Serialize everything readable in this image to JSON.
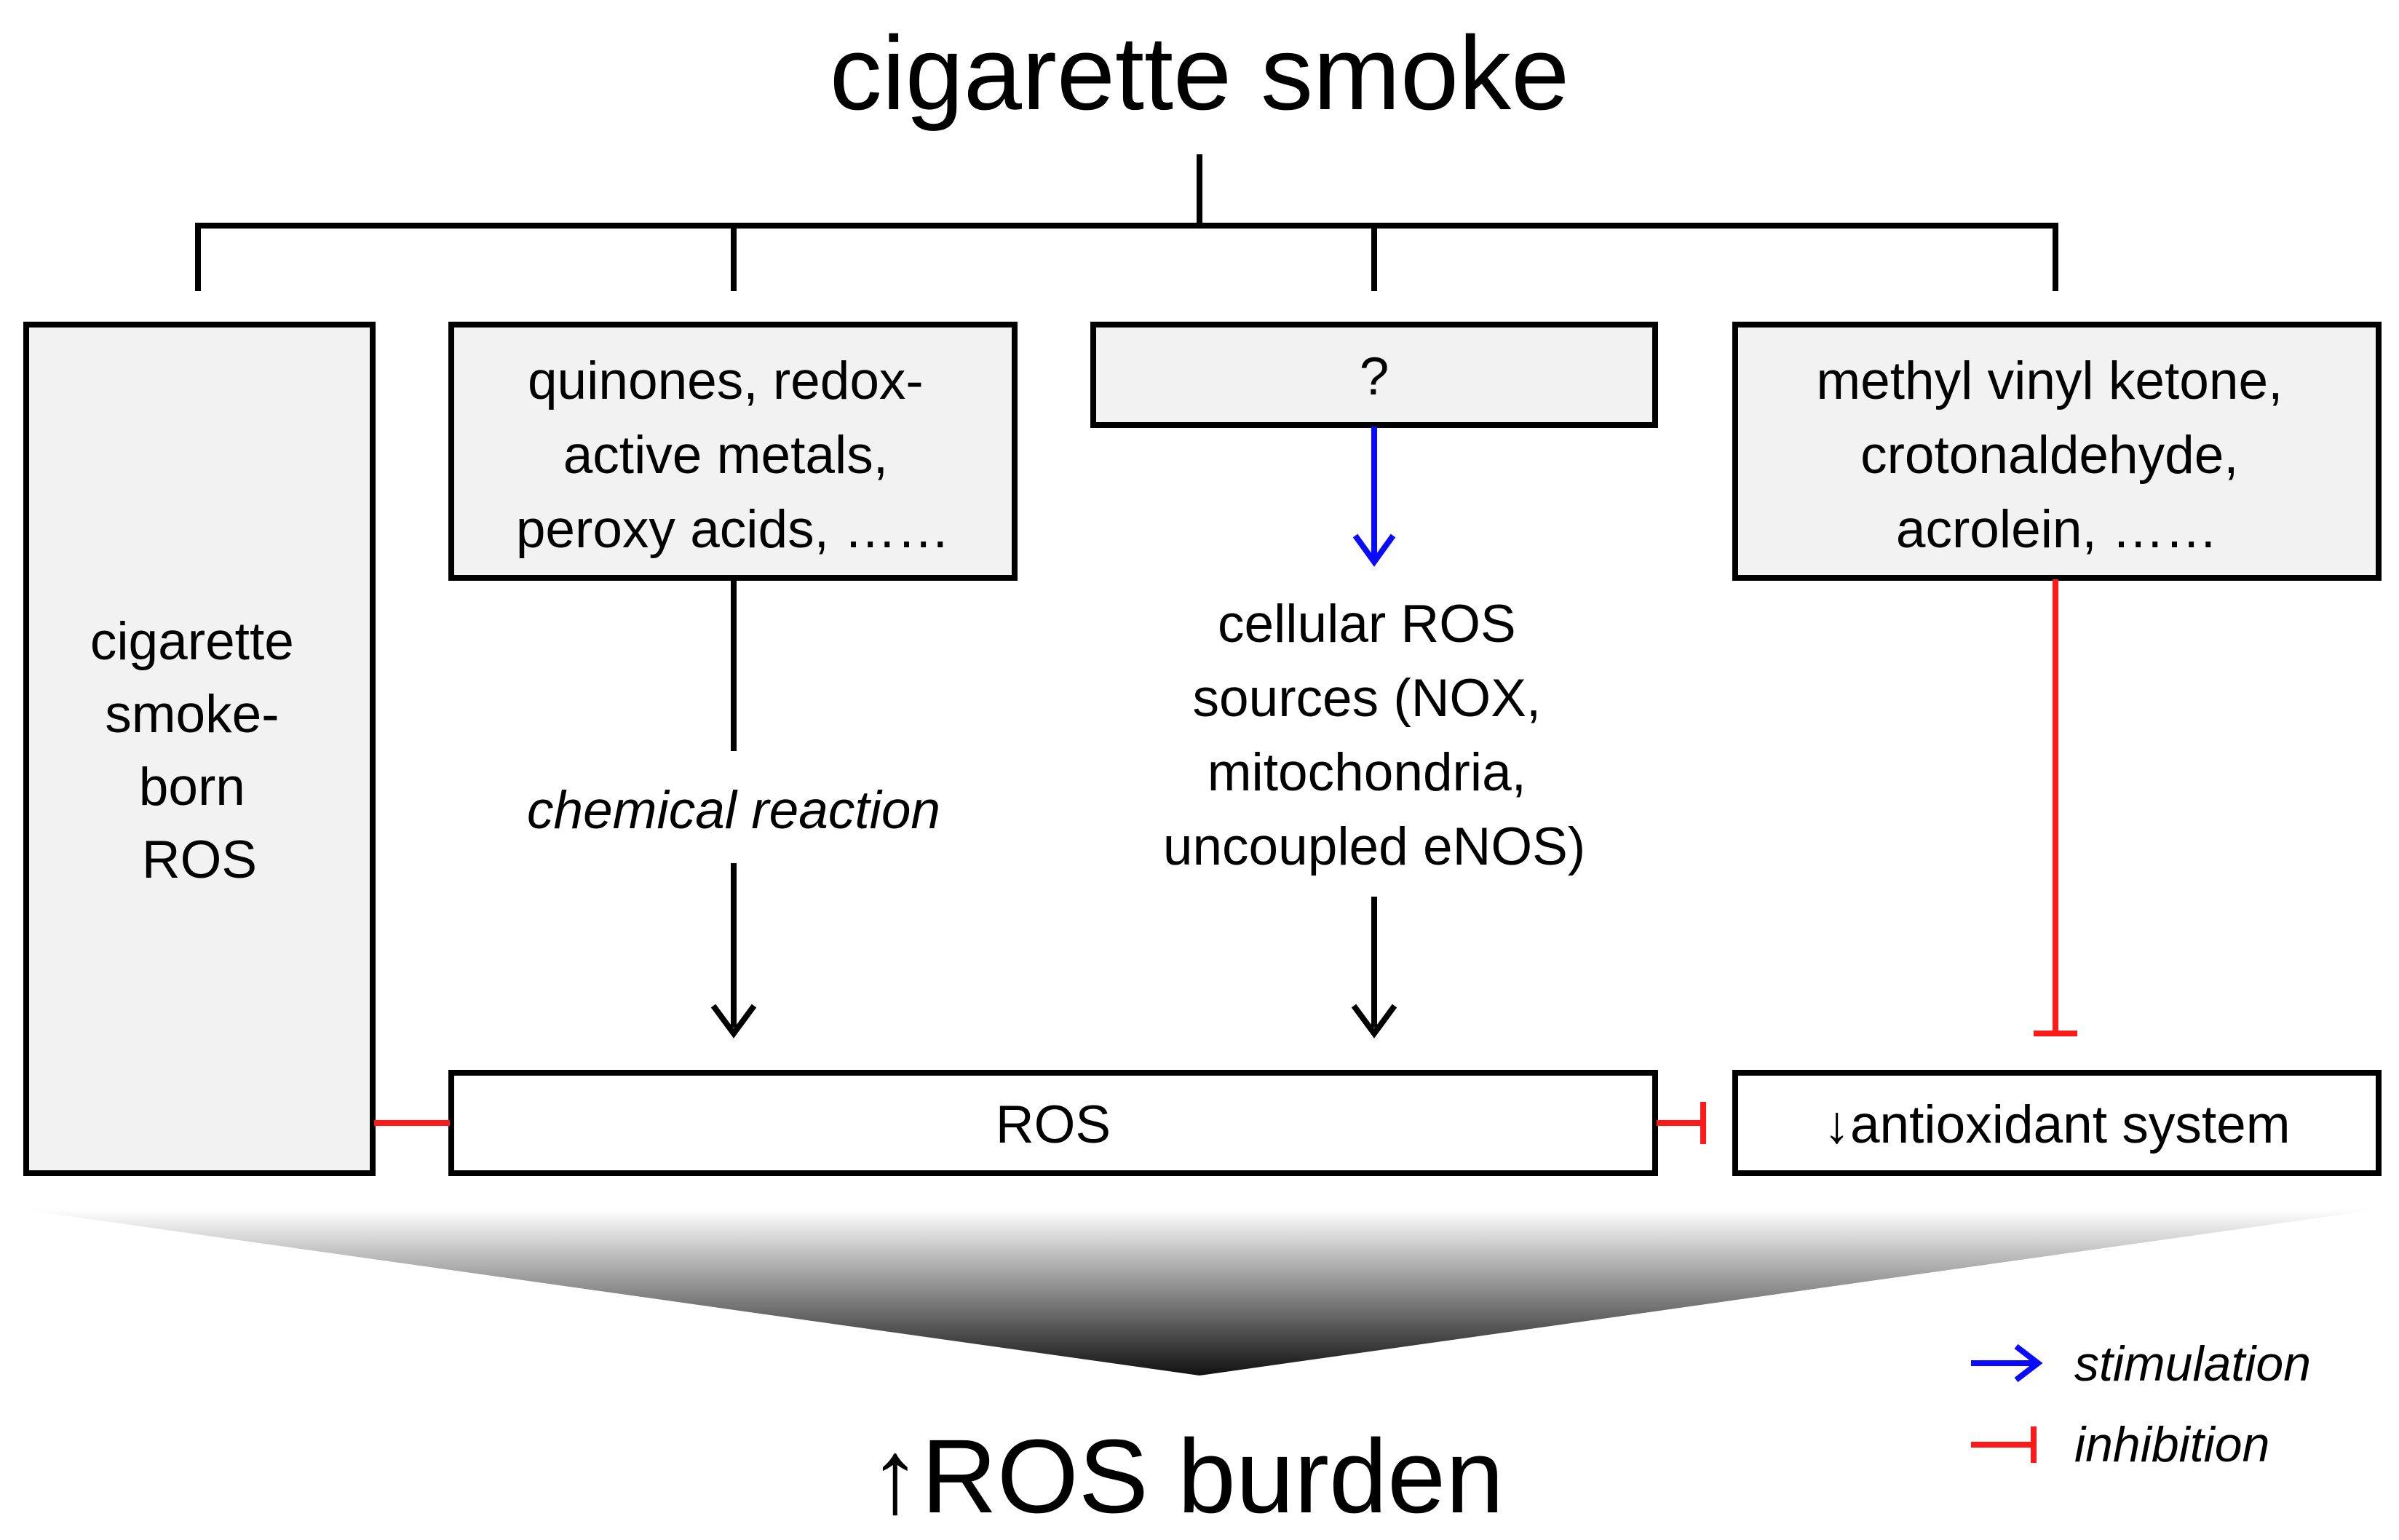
{
  "title": "cigarette smoke",
  "result": "↑ROS burden",
  "nodes": {
    "smoke_born_ros": [
      "cigarette",
      "smoke-",
      "born",
      "ROS"
    ],
    "oxidants": [
      "quinones, redox-",
      "active metals,",
      "peroxy acids, ……"
    ],
    "unknown": "?",
    "aldehydes": [
      "methyl vinyl ketone,",
      "crotonaldehyde,",
      "acrolein, ……"
    ],
    "cellular_sources": [
      "cellular ROS",
      "sources (NOX,",
      "mitochondria,",
      "uncoupled eNOS)"
    ],
    "reaction_label": "chemical reaction",
    "ros": "ROS",
    "antioxidant": "↓antioxidant system"
  },
  "legend": {
    "stimulation": "stimulation",
    "inhibition": "inhibition"
  },
  "colors": {
    "stimulation": "#0a0aff",
    "inhibition": "#ff1a1a",
    "box_fill": "#f2f2f2",
    "stroke": "#000000"
  }
}
